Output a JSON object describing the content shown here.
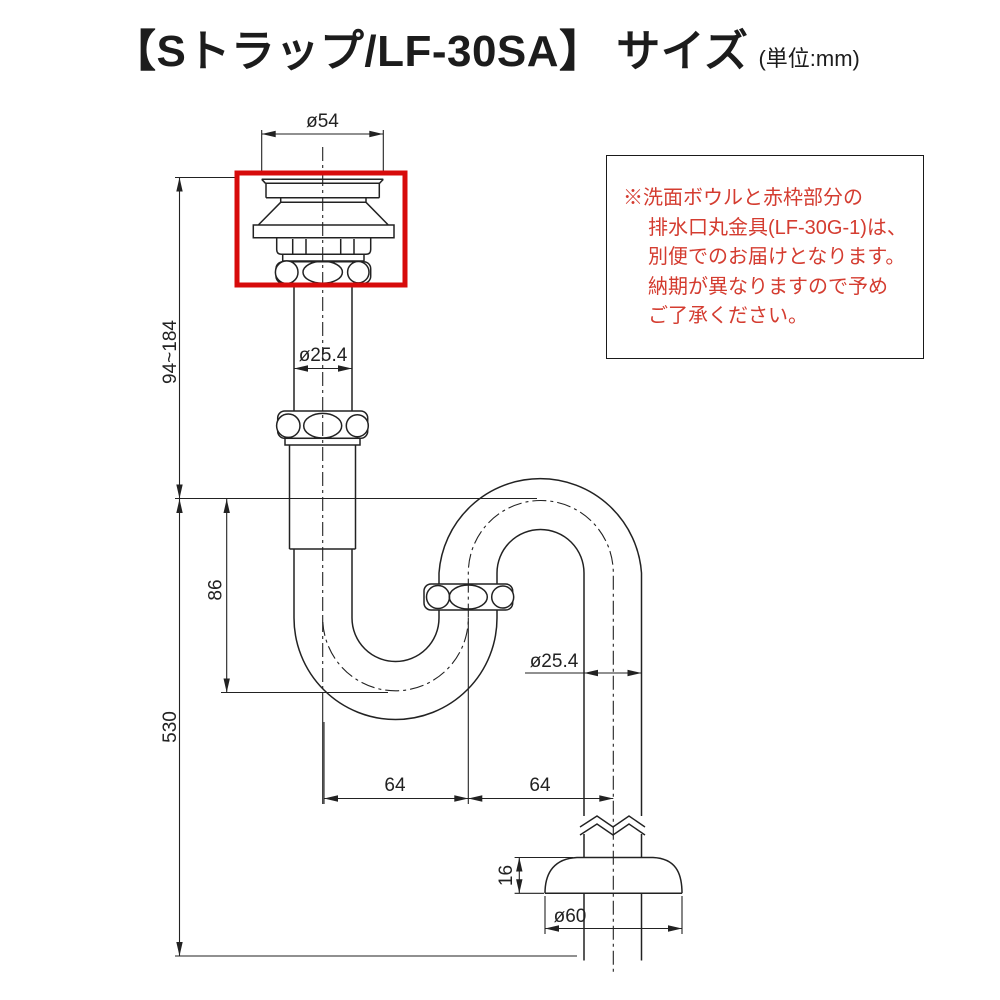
{
  "title": {
    "main": "【Sトラップ/LF-30SA】 サイズ",
    "unit": "(単位:mm)"
  },
  "note": {
    "lines": [
      "※洗面ボウルと赤枠部分の",
      "排水口丸金具(LF-30G-1)は、",
      "別便でのお届けとなります。",
      "納期が異なりますので予め",
      "ご了承ください。"
    ]
  },
  "dimensions": {
    "top_diameter": "ø54",
    "height_range": "94~184",
    "pipe_diameter_upper": "ø25.4",
    "trap_depth": "86",
    "total_height": "530",
    "offset_left": "64",
    "offset_right": "64",
    "pipe_diameter_right": "ø25.4",
    "flange_height": "16",
    "flange_diameter": "ø60"
  },
  "colors": {
    "highlight_red": "#d70b0b",
    "note_text_red": "#d43c30",
    "line_color": "#222222"
  }
}
